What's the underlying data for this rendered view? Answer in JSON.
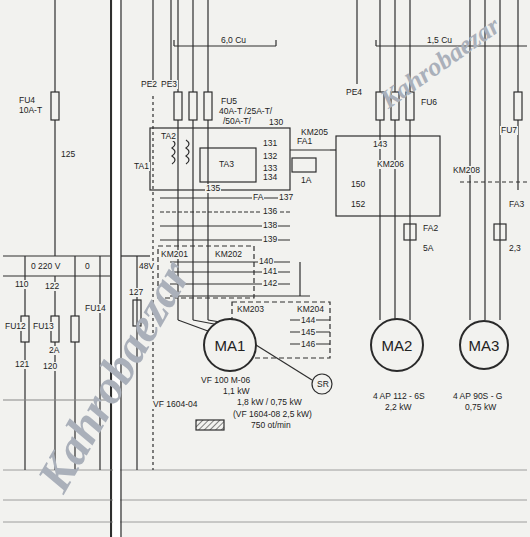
{
  "diagram": {
    "nodes": [
      {
        "text": [
          "MA1"
        ]
      },
      {
        "text": [
          "MA2"
        ]
      },
      {
        "text": [
          "MA3"
        ]
      }
    ],
    "labels": [
      "FU4",
      "10A-T",
      "125",
      "110",
      "0 220 V",
      "122",
      "0",
      "FU12",
      "FU13",
      "2A",
      "121",
      "120",
      "FU14",
      "48V",
      "127",
      "6,0 Cu",
      "1,5 Cu",
      "PE2",
      "PE3",
      "FU5",
      "40A-T /25A-T/",
      "/50A-T/",
      "130",
      "TA1",
      "TA2",
      "TA3",
      "131",
      "132",
      "133",
      "134",
      "135",
      "FA1",
      "1A",
      "FA",
      "137",
      "136",
      "138",
      "139",
      "KM201",
      "KM202",
      "140",
      "141",
      "142",
      "KM203",
      "KM204",
      "144",
      "145",
      "146",
      "VF 100 M-06",
      "1,1 kW",
      "VF 1604-04",
      "1,8 kW / 0,75 kW",
      "SR",
      "(VF 1604-08 2,5 kW)",
      "750 ot/min",
      "PE4",
      "FU6",
      "FU7",
      "143",
      "KM205",
      "KM206",
      "150",
      "152",
      "KM208",
      "FA2",
      "5A",
      "FA3",
      "2,3",
      "4 AP 112 - 6S",
      "2,2 kW",
      "4 AP 90S - G",
      "0,75 kW",
      "Kahrobaezar",
      "Kahrobaezar"
    ]
  }
}
